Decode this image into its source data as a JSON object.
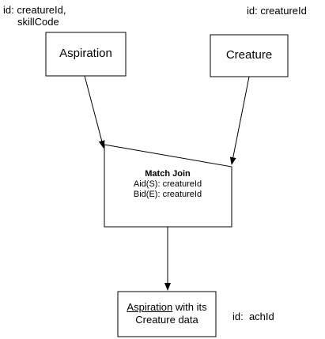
{
  "nodes": {
    "aspiration": {
      "label": "Aspiration",
      "id_label_line1": "id: creatureId,",
      "id_label_line2": "skillCode"
    },
    "creature": {
      "label": "Creature",
      "id_label": "id: creatureId"
    },
    "match_join": {
      "title": "Match Join",
      "line1": "Aid(S): creatureId",
      "line2": "Bid(E): creatureId"
    },
    "result": {
      "underlined_word": "Aspiration",
      "line1_rest": " with its",
      "line2": "Creature data",
      "id_label": "id:  achId"
    }
  },
  "edges": [
    {
      "from": "aspiration",
      "to": "match_join"
    },
    {
      "from": "creature",
      "to": "match_join"
    },
    {
      "from": "match_join",
      "to": "result"
    }
  ],
  "colors": {
    "stroke": "#000000",
    "background": "#ffffff",
    "text": "#000000"
  }
}
